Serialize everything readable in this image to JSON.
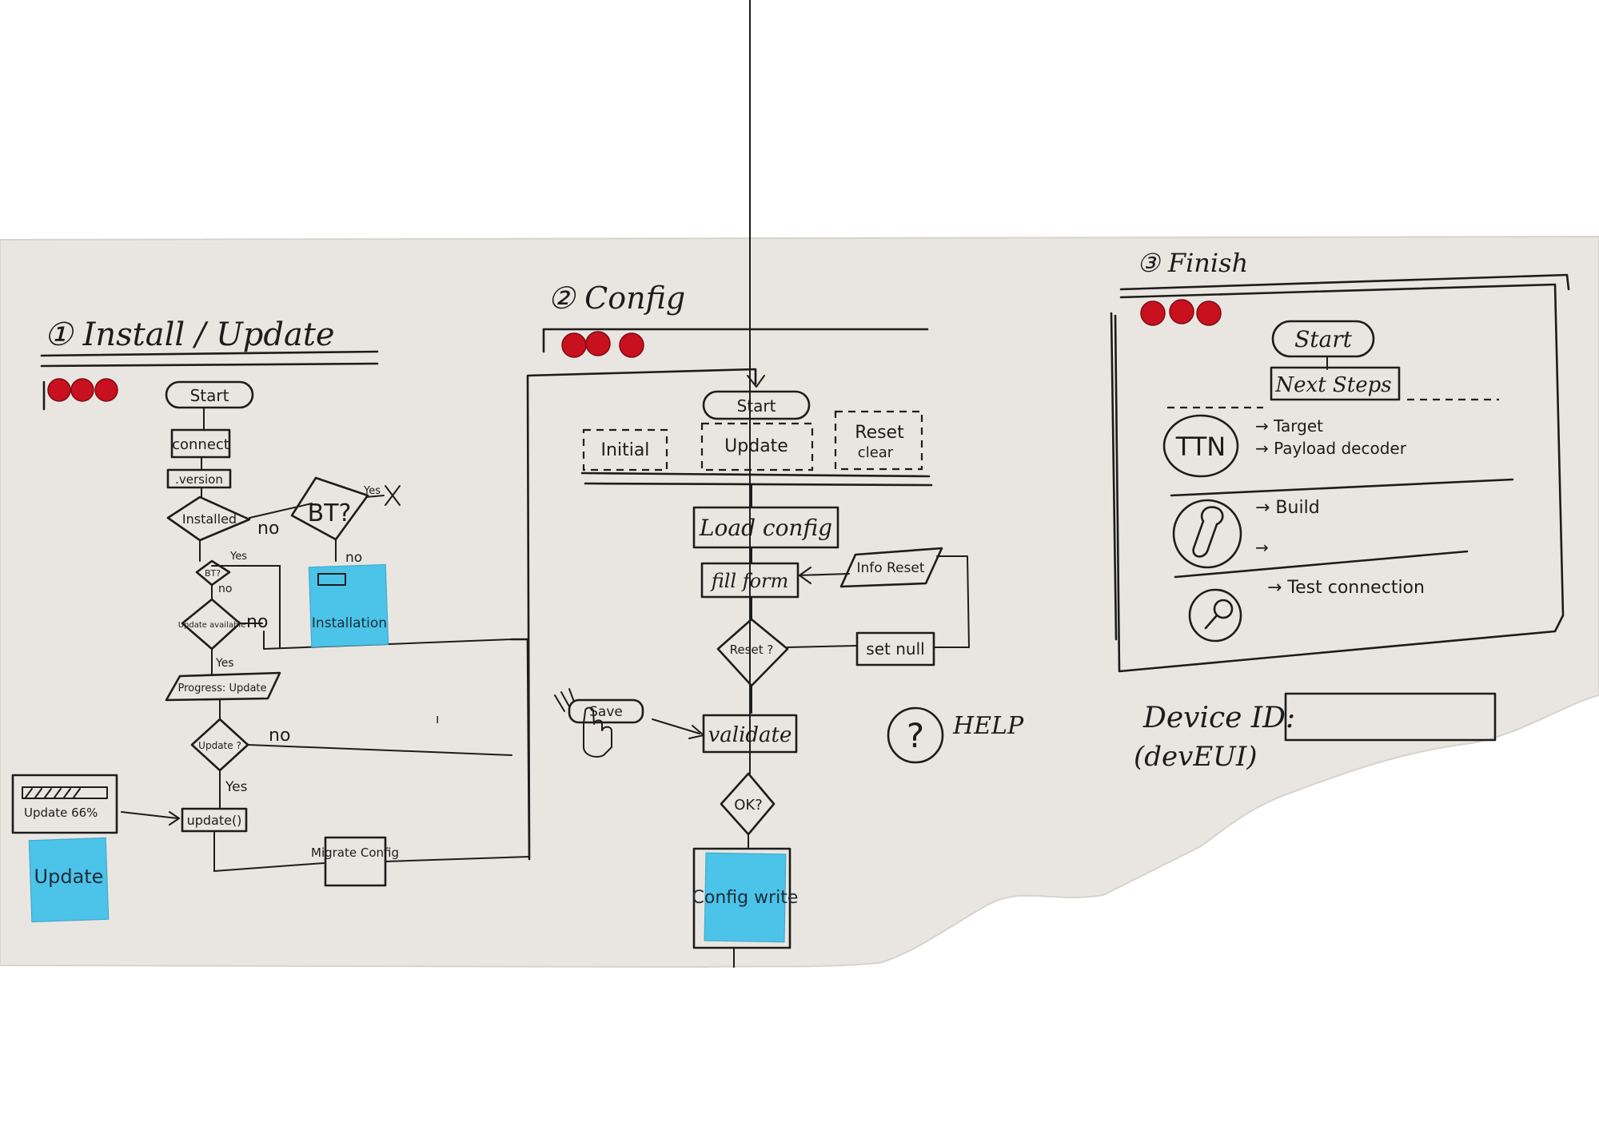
{
  "section1": {
    "title": "① Install / Update",
    "start": "Start",
    "connect": "connect",
    "version": ".version",
    "installed": "Installed",
    "installed_no": "no",
    "bt_big": "BT?",
    "bt_yes": "Yes",
    "bt_no": "no",
    "yes1": "Yes",
    "bt_small": "BT?",
    "no1": "no",
    "update_available": "Update available",
    "no2": "no",
    "yes2": "Yes",
    "progress_box": "Progress: Update",
    "update_q": "Update ?",
    "no3": "no",
    "yes3": "Yes",
    "update_call": "update()",
    "update_progress": "Update 66%",
    "migrate_config": "Migrate Config",
    "sticky_installation": "Installation",
    "sticky_update": "Update"
  },
  "section2": {
    "title": "② Config",
    "start": "Start",
    "tab_initial": "Initial",
    "tab_update": "Update",
    "tab_reset": "Reset",
    "tab_clear": "clear",
    "load_config": "Load config",
    "fill_form": "fill form",
    "info_reset": "Info Reset",
    "reset_q": "Reset ?",
    "set_null": "set null",
    "save": "Save",
    "validate": "validate",
    "ok_q": "OK?",
    "sticky_config_write": "Config write",
    "help": "HELP"
  },
  "section3": {
    "title": "③ Finish",
    "start": "Start",
    "next_steps": "Next Steps",
    "ttn": "TTN",
    "target": "→ Target",
    "payload_decoder": "→ Payload decoder",
    "build": "→ Build",
    "arrow_blank": "→",
    "test_connection": "→ Test connection",
    "device_id": "Device ID:",
    "dev_eui": "(devEUI)"
  },
  "colors": {
    "ink": "#1c1c1c",
    "whiteboard": "#e9e6e1",
    "magnet": "#c8101f",
    "sticky": "#4cc3e8"
  },
  "icons": [
    "magnet-icon",
    "wrench-icon",
    "magnifier-icon",
    "hand-cursor-icon"
  ]
}
